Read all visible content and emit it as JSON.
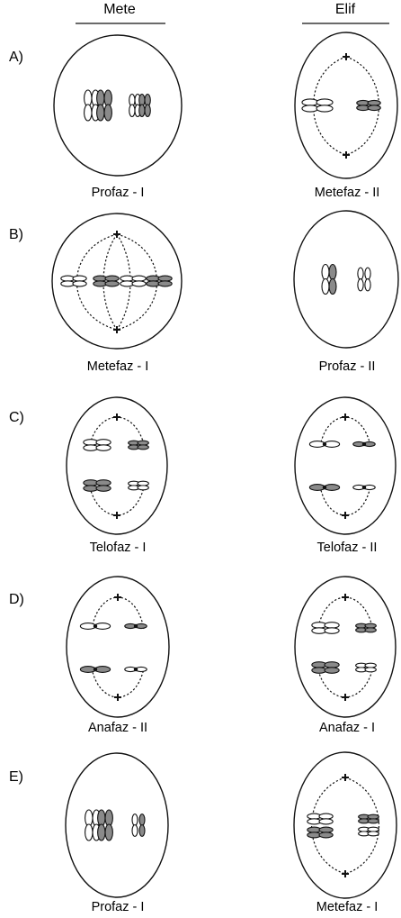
{
  "columns": [
    {
      "heading": "Mete"
    },
    {
      "heading": "Elif"
    }
  ],
  "options": [
    {
      "label": "A)",
      "cells": [
        {
          "caption": "Profaz - I",
          "icon": "prophase-i-cell-icon"
        },
        {
          "caption": "Metefaz - II",
          "icon": "metaphase-ii-cell-icon"
        }
      ]
    },
    {
      "label": "B)",
      "cells": [
        {
          "caption": "Metefaz - I",
          "icon": "metaphase-i-cell-icon"
        },
        {
          "caption": "Profaz - II",
          "icon": "prophase-ii-cell-icon"
        }
      ]
    },
    {
      "label": "C)",
      "cells": [
        {
          "caption": "Telofaz - I",
          "icon": "telophase-i-cell-icon"
        },
        {
          "caption": "Telofaz - II",
          "icon": "telophase-ii-cell-icon"
        }
      ]
    },
    {
      "label": "D)",
      "cells": [
        {
          "caption": "Anafaz - II",
          "icon": "anaphase-ii-cell-icon"
        },
        {
          "caption": "Anafaz - I",
          "icon": "anaphase-i-cell-icon"
        }
      ]
    },
    {
      "label": "E)",
      "cells": [
        {
          "caption": "Profaz - I",
          "icon": "prophase-i-cell-icon"
        },
        {
          "caption": "Metefaz - I",
          "icon": "metaphase-i-cell-icon"
        }
      ]
    }
  ],
  "colors": {
    "ink": "#111111",
    "chromatid_gray": "#8a8a8a",
    "chromatid_white": "#ffffff"
  }
}
